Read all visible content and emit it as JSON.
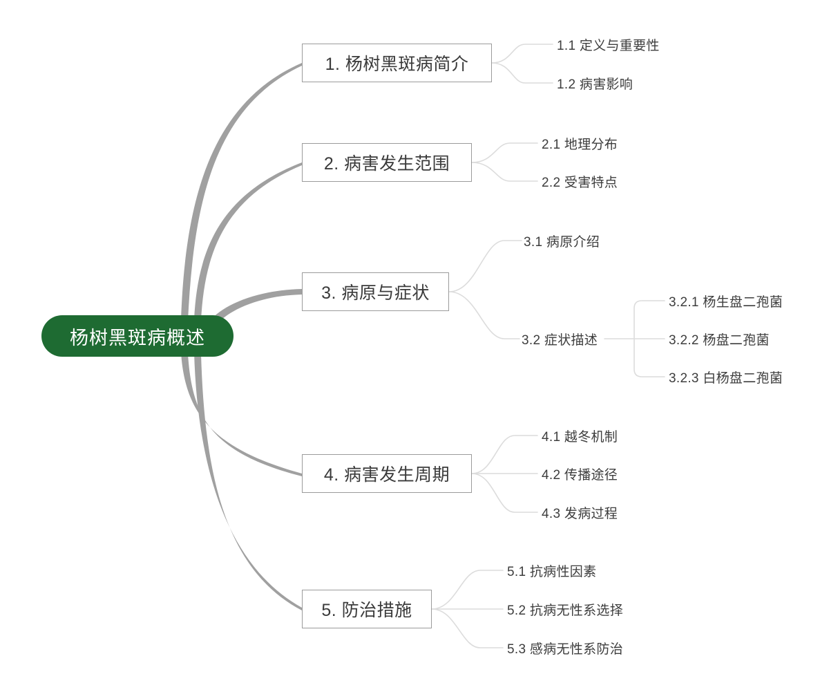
{
  "diagram": {
    "type": "mindmap",
    "title": "杨树黑斑病概述",
    "colors": {
      "root_fill": "#1e6b32",
      "root_text": "#ffffff",
      "node_border": "#9a9a9a",
      "node_fill": "#ffffff",
      "node_text": "#3a3a3a",
      "trunk_edge": "#a0a0a0",
      "thin_edge": "#dcdcdc",
      "background": "#ffffff"
    },
    "root": {
      "label": "杨树黑斑病概述"
    },
    "branches": [
      {
        "label": "1. 杨树黑斑病简介",
        "children": [
          {
            "label": "1.1 定义与重要性",
            "children": []
          },
          {
            "label": "1.2 病害影响",
            "children": []
          }
        ]
      },
      {
        "label": "2. 病害发生范围",
        "children": [
          {
            "label": "2.1 地理分布",
            "children": []
          },
          {
            "label": "2.2 受害特点",
            "children": []
          }
        ]
      },
      {
        "label": "3. 病原与症状",
        "children": [
          {
            "label": "3.1 病原介绍",
            "children": []
          },
          {
            "label": "3.2 症状描述",
            "children": [
              {
                "label": "3.2.1 杨生盘二孢菌"
              },
              {
                "label": "3.2.2 杨盘二孢菌"
              },
              {
                "label": "3.2.3 白杨盘二孢菌"
              }
            ]
          }
        ]
      },
      {
        "label": "4. 病害发生周期",
        "children": [
          {
            "label": "4.1 越冬机制",
            "children": []
          },
          {
            "label": "4.2 传播途径",
            "children": []
          },
          {
            "label": "4.3 发病过程",
            "children": []
          }
        ]
      },
      {
        "label": "5. 防治措施",
        "children": [
          {
            "label": "5.1 抗病性因素",
            "children": []
          },
          {
            "label": "5.2 抗病无性系选择",
            "children": []
          },
          {
            "label": "5.3 感病无性系防治",
            "children": []
          }
        ]
      }
    ]
  }
}
